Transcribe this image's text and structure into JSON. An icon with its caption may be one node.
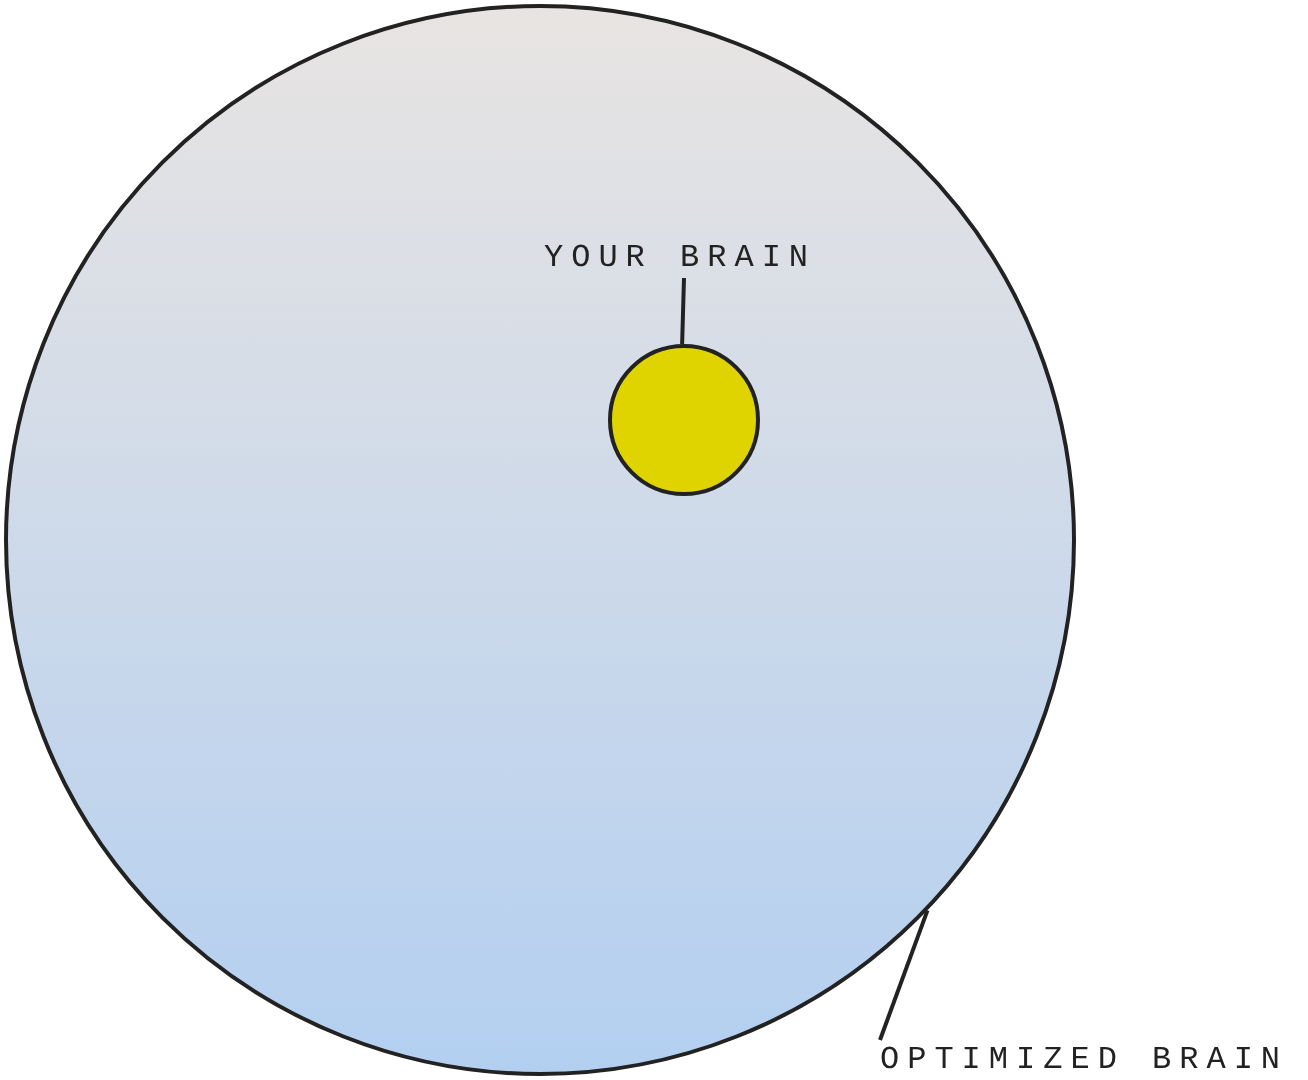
{
  "diagram": {
    "nodes": [
      {
        "text": [],
        "shape": "circle"
      },
      {
        "text": [],
        "shape": "circle",
        "in": 0
      },
      {
        "text": [
          "YOUR BRAIN"
        ],
        "in": 0
      },
      {
        "text": [
          "OPTIMIZED BRAIN"
        ]
      }
    ],
    "edges": [
      {
        "from": 2,
        "to": 1,
        "arrow": "none"
      },
      {
        "from": 3,
        "to": 0,
        "arrow": "none"
      }
    ]
  }
}
